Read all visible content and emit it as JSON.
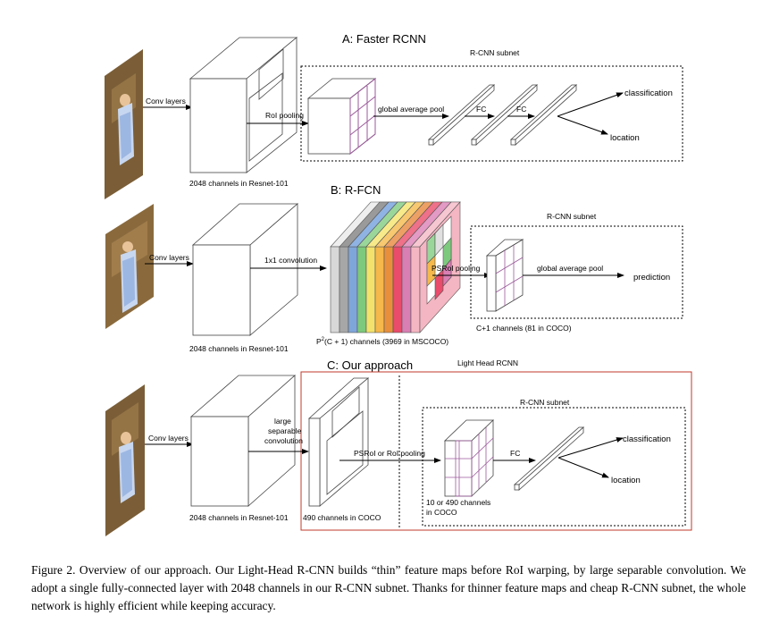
{
  "figure": {
    "panels": {
      "a": {
        "title": "A: Faster RCNN",
        "subnet_title": "R-CNN subnet",
        "conv_label": "Conv layers",
        "feature_caption": "2048 channels in Resnet-101",
        "roi_label": "RoI pooling",
        "gap_label": "global average pool",
        "fc1_label": "FC",
        "fc2_label": "FC",
        "out_cls": "classification",
        "out_loc": "location"
      },
      "b": {
        "title": "B: R-FCN",
        "subnet_title": "R-CNN subnet",
        "conv_label": "Conv layers",
        "feature_caption": "2048 channels in Resnet-101",
        "conv1x1_label": "1x1 convolution",
        "psroi_label": "PSRoI pooling",
        "gap_label": "global average pool",
        "out_pred": "prediction",
        "score_caption_prefix": "P",
        "score_caption_sup": "2",
        "score_caption_rest": "(C + 1)  channels (3969 in MSCOCO)",
        "cplus1_caption": "C+1 channels (81 in COCO)"
      },
      "c": {
        "title": "C: Our approach",
        "head_title": "Light Head RCNN",
        "subnet_title": "R-CNN subnet",
        "conv_label": "Conv layers",
        "feature_caption": "2048 channels in Resnet-101",
        "lsc_line1": "large",
        "lsc_line2": "separable",
        "lsc_line3": "convolution",
        "thin_caption": "490 channels in COCO",
        "pool_label": "PSRoI or RoI pooling",
        "pooled_caption_line1": "10  or 490 channels",
        "pooled_caption_line2": "in COCO",
        "fc_label": "FC",
        "out_cls": "classification",
        "out_loc": "location"
      }
    },
    "colors": {
      "light_head_border": "#c0392b",
      "roi_grid": "#9b5a9b",
      "score_map_front": "#f4b6c2"
    }
  },
  "caption": {
    "text": "Figure 2. Overview of our approach. Our Light-Head R-CNN builds “thin” feature maps before RoI warping, by large separable convolution. We adopt a single fully-connected layer with 2048 channels in our R-CNN subnet. Thanks for thinner feature maps and cheap R-CNN subnet, the whole network is highly efficient while keeping accuracy."
  }
}
